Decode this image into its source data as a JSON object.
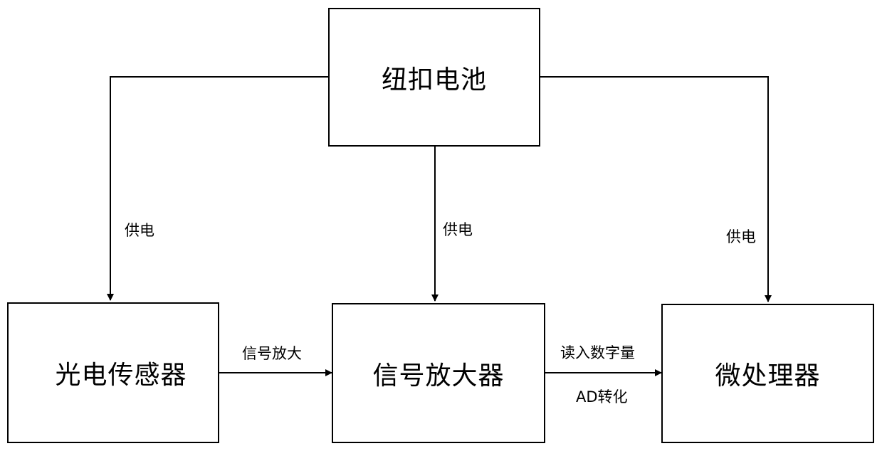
{
  "blocks": {
    "battery": "纽扣电池",
    "sensor": "光电传感器",
    "amplifier": "信号放大器",
    "mcu": "微处理器"
  },
  "labels": {
    "power_left": "供电",
    "power_middle": "供电",
    "power_right": "供电",
    "signal_amplify": "信号放大",
    "read_digital": "读入数字量",
    "ad_convert": "AD转化"
  },
  "colors": {
    "line": "#000000",
    "box_border": "#000000",
    "background": "#ffffff"
  }
}
